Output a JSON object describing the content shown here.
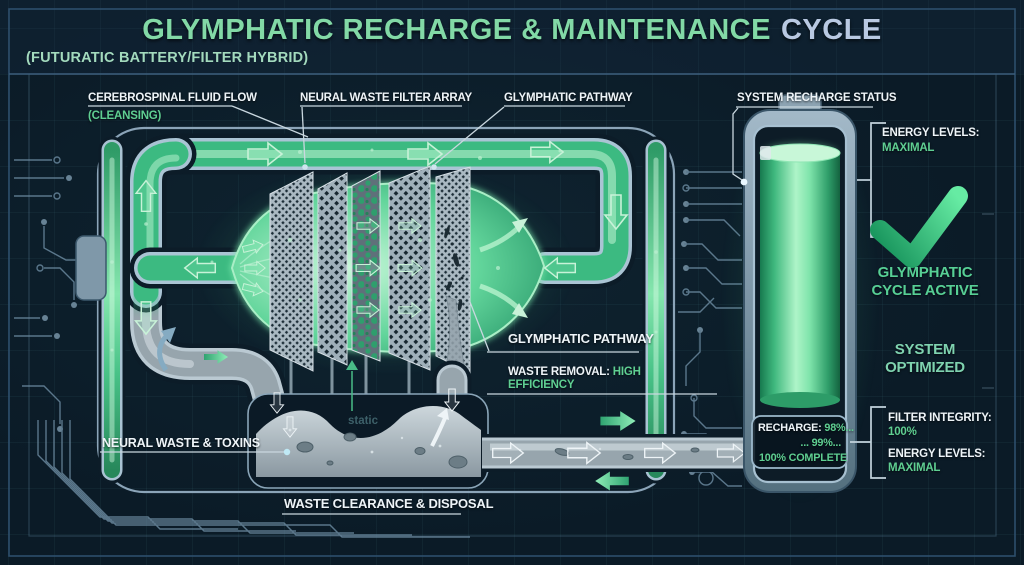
{
  "header": {
    "title_main": "GLYMPHATIC RECHARGE & MAINTENANCE",
    "title_accent": "CYCLE",
    "subtitle": "(FUTURATIC BATTERY/FILTER HYBRID)"
  },
  "labels": {
    "csf_flow": "CEREBROSPINAL FLUID FLOW",
    "csf_flow_sub": "(CLEANSING)",
    "filter_array": "NEURAL WASTE FILTER ARRAY",
    "pathway_top": "GLYMPHATIC PATHWAY",
    "pathway_mid": "GLYMPHATIC PATHWAY",
    "waste_removal_label": "WASTE REMOVAL:",
    "waste_removal_value": "HIGH",
    "waste_removal_value2": "EFFICIENCY",
    "neural_waste": "NEURAL WASTE & TOXINS",
    "waste_clearance": "WASTE CLEARANCE & DISPOSAL",
    "static_note": "static"
  },
  "battery": {
    "status_label": "SYSTEM RECHARGE STATUS",
    "recharge_label": "RECHARGE:",
    "recharge_step1": "98%...",
    "recharge_step2": "... 99%...",
    "recharge_step3": "100% COMPLETE"
  },
  "status_panel": {
    "energy_label": "ENERGY LEVELS:",
    "energy_value": "MAXIMAL",
    "cycle_line1": "GLYMPHATIC",
    "cycle_line2": "CYCLE ACTIVE",
    "system_line1": "SYSTEM",
    "system_line2": "OPTIMIZED",
    "filter_integrity_label": "FILTER INTEGRITY:",
    "filter_integrity_value": "100%",
    "energy_label_2": "ENERGY LEVELS:",
    "energy_value_2": "MAXIMAL"
  },
  "colors": {
    "background": "#0b1b27",
    "accent_green": "#5fcf92",
    "accent_blue": "#b9c9e2",
    "pipe_green": "#3cba81",
    "waste_grey": "#98a6ae",
    "frame_blue": "#8ba4b8",
    "check_green": "#45d491"
  }
}
